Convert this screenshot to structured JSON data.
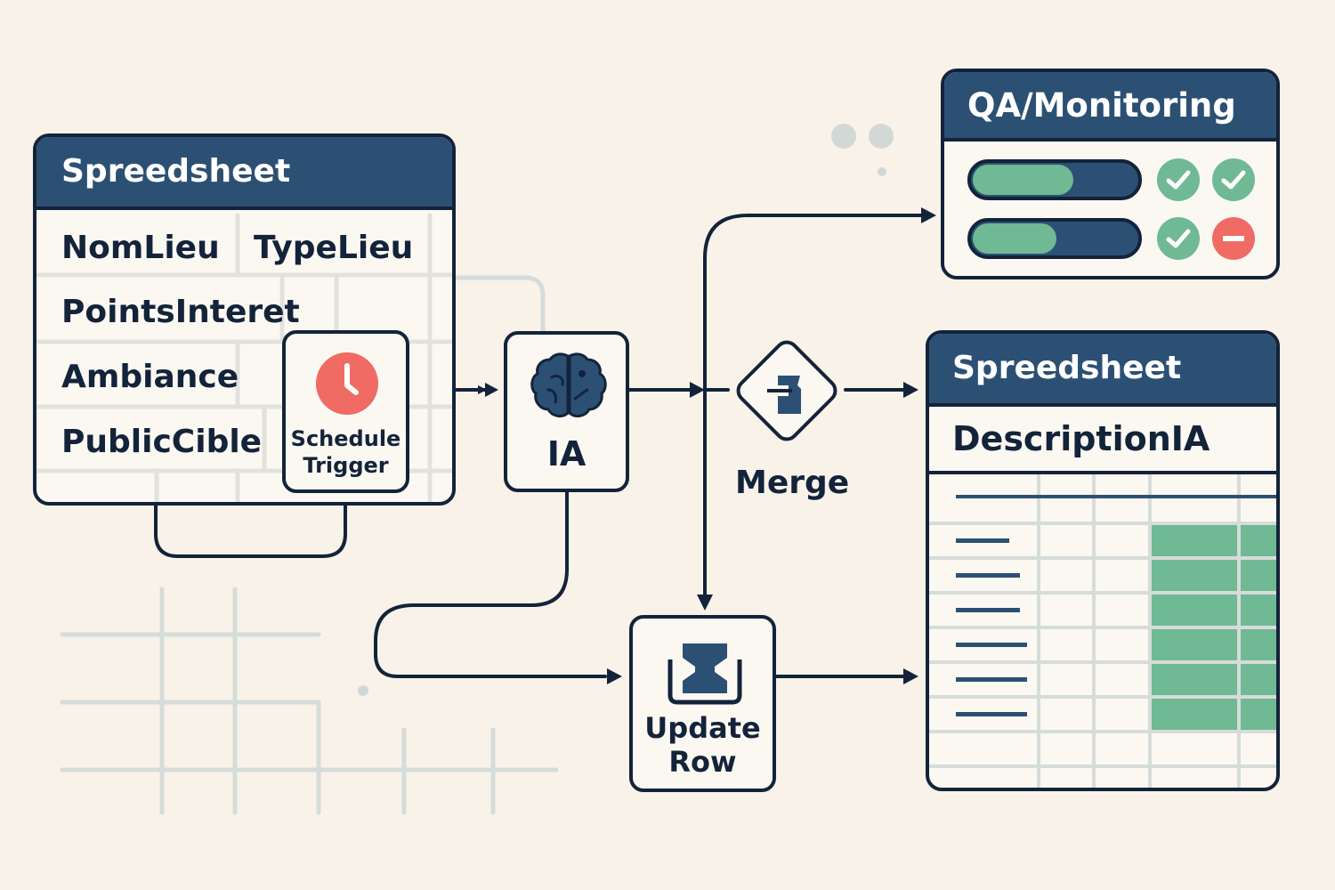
{
  "source_sheet": {
    "title": "Spreedsheet",
    "fields": [
      "NomLieu",
      "TypeLieu",
      "PointsInteret",
      "Ambiance",
      "PublicCible"
    ]
  },
  "trigger": {
    "label_line1": "Schedule",
    "label_line2": "Trigger",
    "icon": "clock-icon"
  },
  "ai_node": {
    "label": "IA",
    "icon": "brain-icon"
  },
  "merge_node": {
    "label": "Merge",
    "icon": "merge-icon"
  },
  "update_node": {
    "label_line1": "Update",
    "label_line2": "Row",
    "icon": "inbox-update-icon"
  },
  "qa_panel": {
    "title": "QA/Monitoring",
    "rows": [
      {
        "progress": 0.6,
        "status": [
          "ok",
          "ok"
        ]
      },
      {
        "progress": 0.5,
        "status": [
          "ok",
          "error"
        ]
      }
    ]
  },
  "output_sheet": {
    "title": "Spreedsheet",
    "column": "DescriptionIA",
    "rows_highlighted": 6
  },
  "colors": {
    "navy": "#13233a",
    "header_blue": "#2c5074",
    "green": "#6fb994",
    "red": "#ef6b64",
    "background": "#f8f2e9",
    "grid": "#d6dcd9"
  }
}
